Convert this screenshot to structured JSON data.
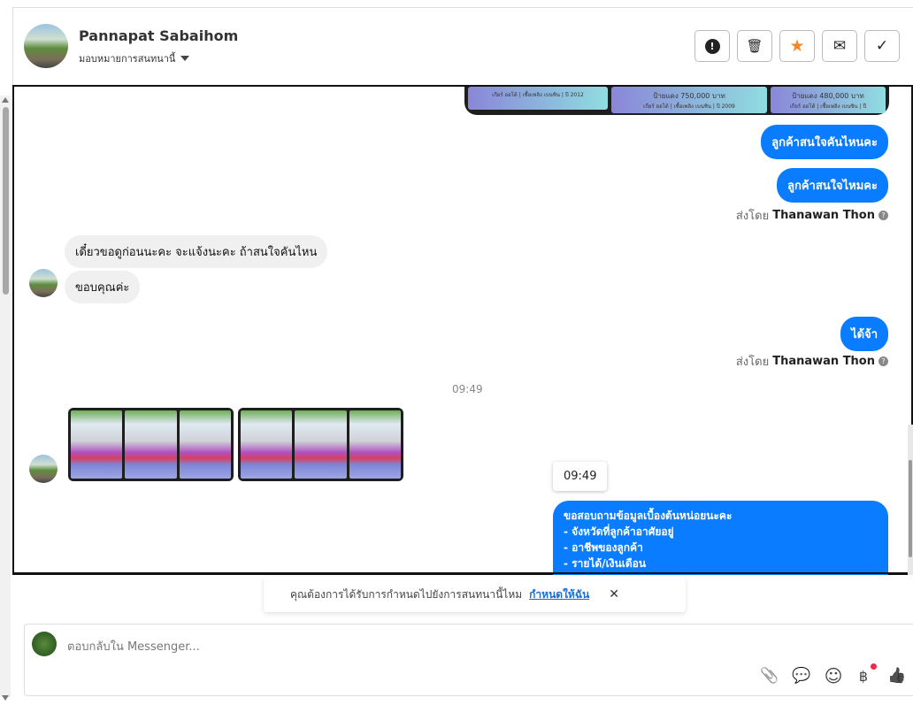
{
  "header": {
    "contact_name": "Pannapat Sabaihom",
    "assign_label": "มอบหมายการสนทนานี้"
  },
  "actions": [
    {
      "name": "report",
      "glyph": "!"
    },
    {
      "name": "delete",
      "glyph": "🗑"
    },
    {
      "name": "star",
      "glyph": "★"
    },
    {
      "name": "mail",
      "glyph": "✉"
    },
    {
      "name": "done",
      "glyph": "✓"
    }
  ],
  "cards": [
    {
      "price": "ป้ายแดง 750,000 บาท",
      "meta": "เกียร์ ออโต้ | เชื้อเพลิง เบนซิน | ปี 2009"
    },
    {
      "price": "ป้ายแดง 480,000 บาท",
      "meta": "เกียร์ ออโต้ | เชื้อเพลิง เบนซิน | ปี"
    },
    {
      "meta": "เกียร์ ออโต้ | เชื้อเพลิง เบนซิน | ปี 2012"
    }
  ],
  "messages": {
    "out1": "ลูกค้าสนใจคันไหนคะ",
    "out2": "ลูกค้าสนใจไหมคะ",
    "sent_by_prefix": "ส่งโดย",
    "sent_by_name": "Thanawan Thon",
    "in1": "เดี๋ยวขอดูก่อนนะคะ จะแจ้งนะคะ ถ้าสนใจคันไหน",
    "in2": "ขอบคุณค่ะ",
    "out3": "ได้จ้า",
    "time": "09:49",
    "tooltip_time": "09:49",
    "long_lines": [
      "ขอสอบถามข้อมูลเบื้องต้นหน่อยนะคะ",
      "- จังหวัดที่ลูกค้าอาศัยอยู่",
      "- อาชีพของลูกค้า",
      "- รายได้/เงินเดือน"
    ]
  },
  "notice": {
    "text": "คุณต้องการได้รับการกำหนดไปยังการสนทนานี้ไหม",
    "link": "กำหนดให้ฉัน",
    "close": "✕"
  },
  "composer": {
    "placeholder": "ตอบกลับใน Messenger...",
    "icons": {
      "attach": "📎",
      "saved_reply": "💬",
      "emoji": "☺",
      "payment": "฿",
      "like": "👍"
    }
  },
  "colors": {
    "accent": "#0a7cff",
    "badge": "#f02849"
  }
}
